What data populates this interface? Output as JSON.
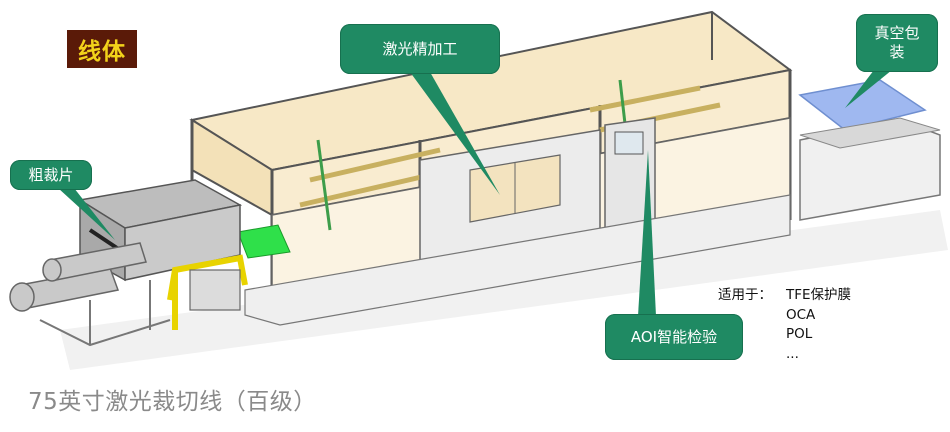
{
  "diagram": {
    "title_tag": "线体",
    "callouts": {
      "laser_finishing": "激光精加工",
      "rough_cutting": "粗裁片",
      "vacuum_packing": "真空包装",
      "aoi_inspection": "AOI智能检验"
    },
    "applicable": {
      "label": "适用于：",
      "items": [
        "TFE保护膜",
        "OCA",
        "POL",
        "..."
      ]
    },
    "caption": "75英寸激光裁切线（百级）"
  },
  "colors": {
    "callout_green": "#1f8a63",
    "title_bg": "#5a1a08",
    "title_text": "#f2d21a",
    "enclosure_tint": "#f6e6c2",
    "frame_gray": "#7a7a7a",
    "accent_green": "#2fe04a",
    "accent_yellow": "#e8d300",
    "vacuum_blue": "#9fb8f0"
  }
}
